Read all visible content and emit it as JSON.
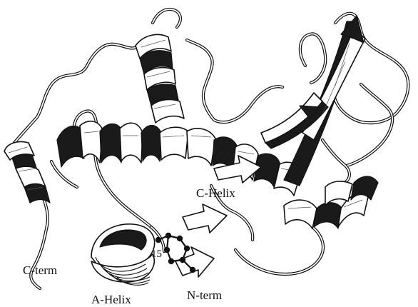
{
  "figure": {
    "labels": {
      "c_helix": "C-Helix",
      "residue": "15",
      "c_term": "C-term",
      "a_helix": "A-Helix",
      "n_term": "N-term"
    },
    "colors": {
      "background": "#ffffff",
      "ink": "#111111",
      "ribbon_back": "#1a1a1a",
      "ribbon_front": "#ffffff"
    },
    "icon_names": [
      "protein-ribbon",
      "beta-strand-arrow",
      "ball-and-stick-residue"
    ]
  }
}
